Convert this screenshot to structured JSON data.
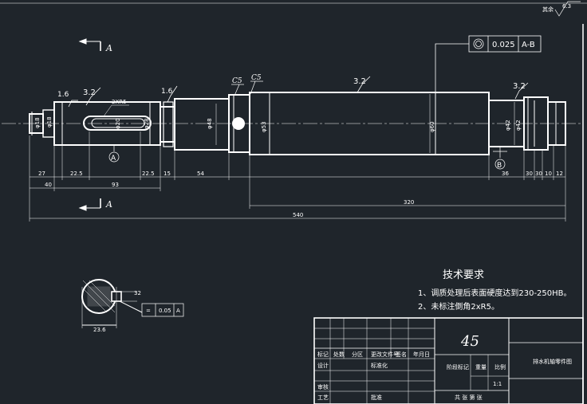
{
  "drawing": {
    "corner_note": "其余",
    "corner_roughness": "6.3",
    "section_label_a": "A",
    "section_label_b": "A",
    "gdt": {
      "symbol": "◎",
      "tolerance": "0.025",
      "datum": "A-B"
    },
    "keyway_callout": "2XR5",
    "roughness": [
      "1.6",
      "3.2",
      "1.6",
      "3.2",
      "3.2"
    ],
    "chamfers": [
      "C5",
      "C5"
    ],
    "diameters": {
      "left_end": "φ18",
      "keyseat_left": "φ20",
      "keyseat_right": "φ28",
      "journal": "φ48",
      "collar": "φ53",
      "main": "φ60",
      "right": "φ42"
    },
    "datums": {
      "left": "A",
      "right": "B"
    },
    "dims_row1": [
      "27",
      "22.5",
      "22.5",
      "15",
      "54",
      "36",
      "30",
      "30",
      "10",
      "12"
    ],
    "dims_row2": [
      "40",
      "93"
    ],
    "dim_320": "320",
    "dim_total": "540",
    "section_view": {
      "dim_width": "32",
      "dim_depth": "23.6",
      "gdt_sym": "=",
      "gdt_tol": "0.05",
      "gdt_datum": "A"
    }
  },
  "notes": {
    "title": "技术要求",
    "items": [
      "1、调质处理后表面硬度达到230-250HB。",
      "2、未标注倒角2xR5。"
    ]
  },
  "title_block": {
    "material": "45",
    "part_name": "排水机轴零件图",
    "scale": "1:1",
    "headers_top": [
      "标记",
      "处数",
      "分区",
      "更改文件号",
      "签名",
      "年月日"
    ],
    "headers_mid": [
      "设计",
      "",
      "标准化",
      "",
      "阶段标记",
      "重量",
      "比例"
    ],
    "row3": [
      "审核",
      "",
      "",
      ""
    ],
    "row4": [
      "工艺",
      "",
      "批准"
    ],
    "bottom": "共 张  第 张"
  }
}
